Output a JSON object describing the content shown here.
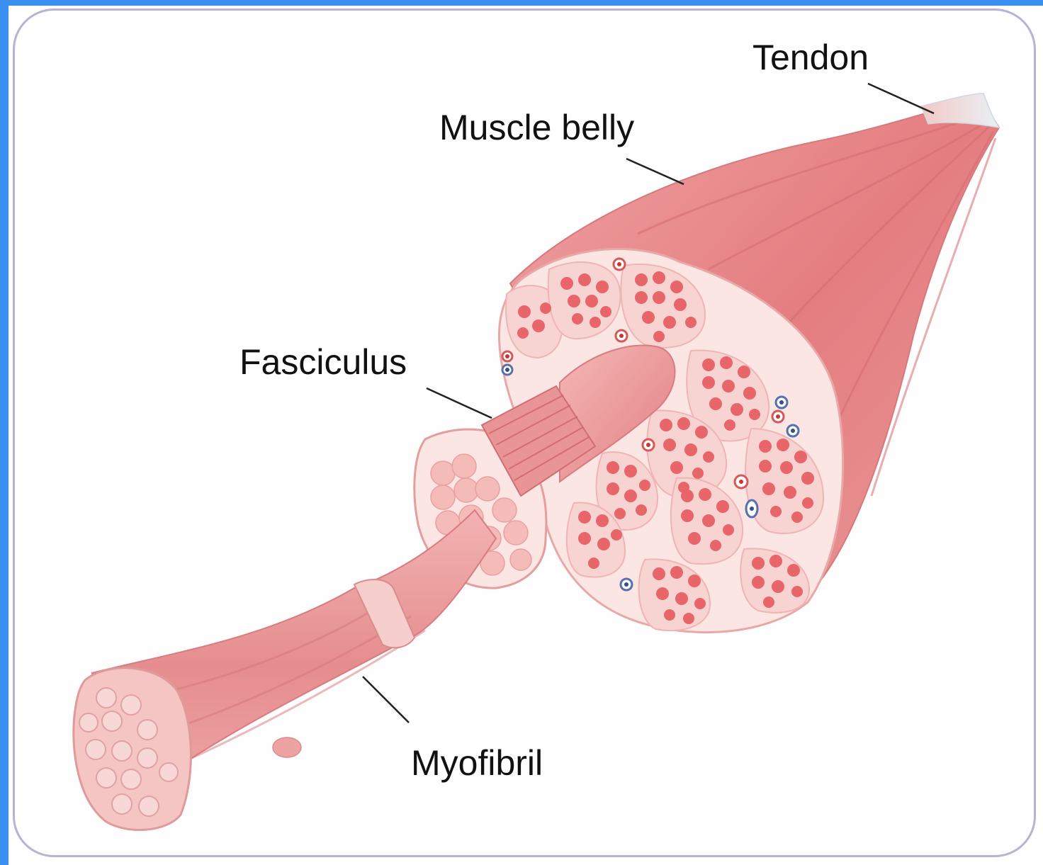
{
  "diagram": {
    "labels": {
      "tendon": "Tendon",
      "muscle_belly": "Muscle belly",
      "fasciculus": "Fasciculus",
      "myofibril": "Myofibril"
    },
    "colors": {
      "frame_accent": "#3a8ff0",
      "card_border": "#b6b4d6",
      "muscle_fill": "#e88a8a",
      "muscle_dark": "#d06a6e",
      "muscle_light": "#f4c4c2",
      "fascicle_fill": "#e8666a",
      "connective": "#fbe6e4",
      "tendon": "#e9eef2"
    }
  }
}
